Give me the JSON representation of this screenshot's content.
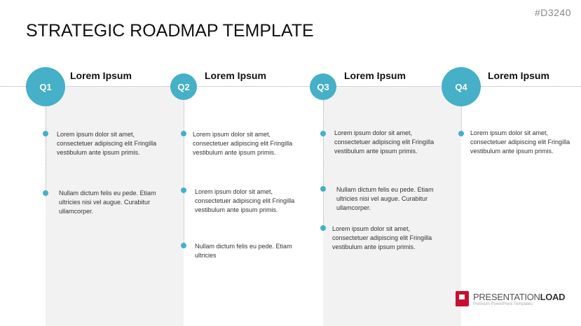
{
  "code": "#D3240",
  "title": "STRATEGIC ROADMAP TEMPLATE",
  "accent": "#45b0c8",
  "quarters": [
    {
      "label": "Q1",
      "heading": "Lorem Ipsum",
      "items": [
        "Lorem ipsum dolor sit amet, consectetuer adipiscing elit Fringilla vestibulum ante ipsum primis.",
        "Nullam dictum felis eu pede. Etiam ultricies nisi vel augue. Curabitur ullamcorper."
      ]
    },
    {
      "label": "Q2",
      "heading": "Lorem Ipsum",
      "items": [
        "Lorem ipsum dolor sit amet, consectetuer adipiscing elit Fringilla vestibulum ante ipsum primis.",
        "Lorem ipsum dolor sit amet, consectetuer adipiscing elit Fringilla vestibulum ante ipsum primis.",
        "Nullam dictum felis eu pede. Etiam ultricies"
      ]
    },
    {
      "label": "Q3",
      "heading": "Lorem Ipsum",
      "items": [
        "Lorem ipsum dolor sit amet, consectetuer adipiscing elit Fringilla vestibulum ante ipsum primis.",
        "Nullam dictum felis eu pede. Etiam ultricies nisi vel augue. Curabitur ullamcorper.",
        "Lorem ipsum dolor sit amet, consectetuer adipiscing elit Fringilla vestibulum ante ipsum primis."
      ]
    },
    {
      "label": "Q4",
      "heading": "Lorem Ipsum",
      "items": [
        "Lorem ipsum dolor sit amet, consectetuer adipiscing elit Fringilla vestibulum ante ipsum primis."
      ]
    }
  ],
  "logo": {
    "brand_a": "PRESENTATION",
    "brand_b": "LOAD",
    "tagline": "Premium PowerPoint Templates"
  }
}
